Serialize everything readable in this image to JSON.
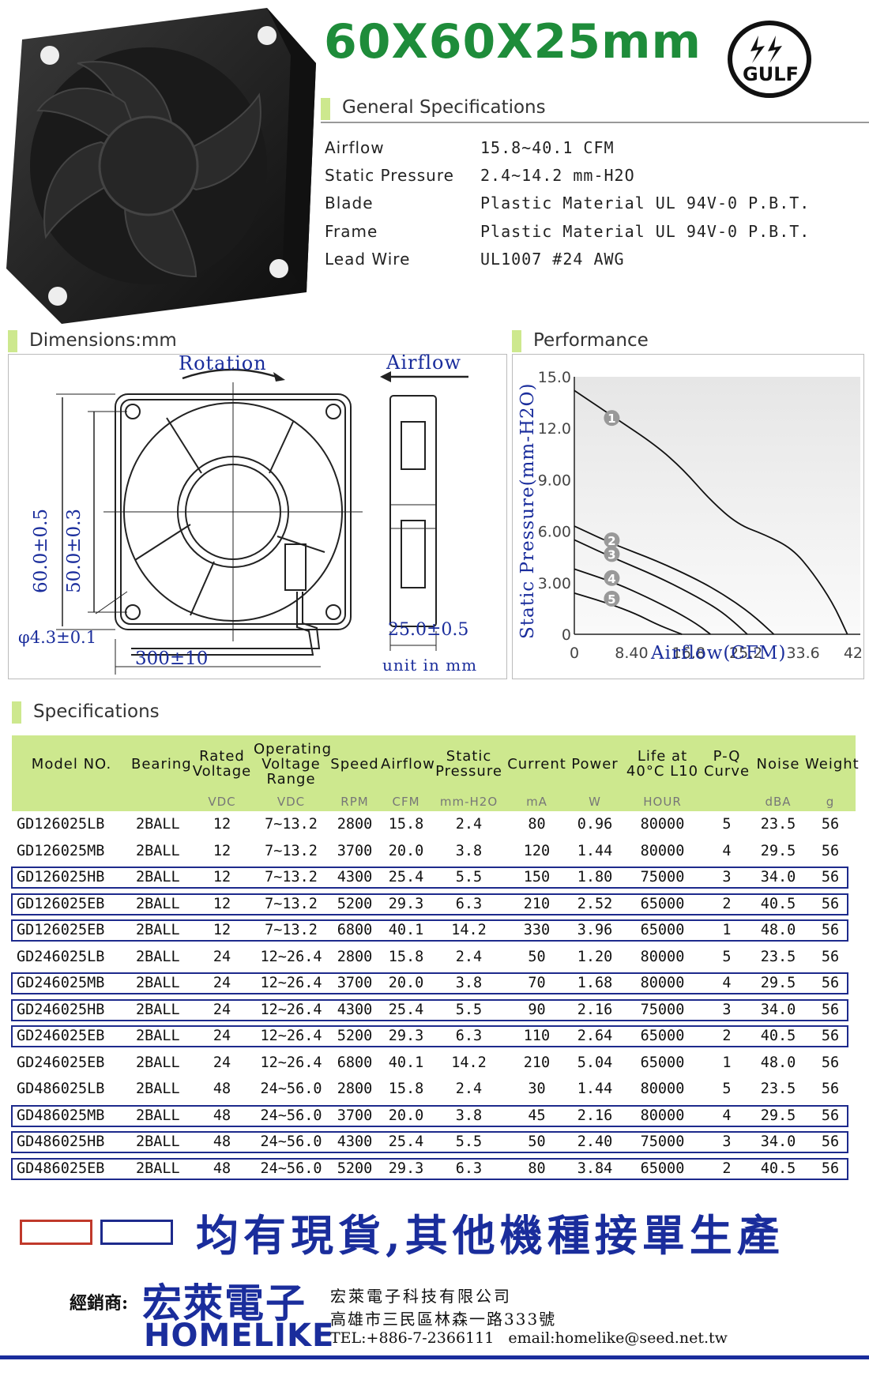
{
  "header": {
    "title": "60X60X25mm",
    "brand": "GULF"
  },
  "general": {
    "heading": "General Specifications",
    "rows": [
      {
        "label": "Airflow",
        "value": "15.8~40.1 CFM"
      },
      {
        "label": "Static Pressure",
        "value": "2.4~14.2 mm-H2O"
      },
      {
        "label": "Blade",
        "value": "Plastic Material UL 94V-0 P.B.T."
      },
      {
        "label": "Frame",
        "value": "Plastic Material UL 94V-0 P.B.T."
      },
      {
        "label": "Lead Wire",
        "value": "UL1007 #24 AWG"
      }
    ]
  },
  "dimensions": {
    "heading": "Dimensions:mm",
    "rotation": "Rotation",
    "airflow": "Airflow",
    "outer": "60.0±0.5",
    "inner": "50.0±0.3",
    "hole": "φ4.3±0.1",
    "wire": "300±10",
    "depth": "25.0±0.5",
    "unit": "unit in mm"
  },
  "performance": {
    "heading": "Performance"
  },
  "chart_data": {
    "type": "line",
    "xlabel": "Airflow(CFM)",
    "ylabel": "Static Pressure(mm-H2O)",
    "xticks": [
      "0",
      "8.40",
      "16.8",
      "25.2",
      "33.6",
      "42.0"
    ],
    "yticks": [
      "0",
      "3.00",
      "6.00",
      "9.00",
      "12.0",
      "15.0"
    ],
    "xlim": [
      0,
      42
    ],
    "ylim": [
      0,
      15
    ],
    "series": [
      {
        "label": "1",
        "x": [
          0,
          6,
          12,
          16,
          20,
          24,
          28,
          32,
          35,
          38,
          40.1
        ],
        "y": [
          14.2,
          12.6,
          11.0,
          9.6,
          7.8,
          6.4,
          5.8,
          5.0,
          3.6,
          1.8,
          0
        ]
      },
      {
        "label": "2",
        "x": [
          0,
          6,
          12,
          18,
          22,
          26,
          29.3
        ],
        "y": [
          6.3,
          5.2,
          4.3,
          3.2,
          2.3,
          1.2,
          0
        ]
      },
      {
        "label": "3",
        "x": [
          0,
          6,
          12,
          17,
          21,
          23.5,
          25.4
        ],
        "y": [
          5.5,
          4.4,
          3.4,
          2.4,
          1.5,
          0.7,
          0
        ]
      },
      {
        "label": "4",
        "x": [
          0,
          6,
          11,
          15,
          18,
          20.0
        ],
        "y": [
          3.8,
          3.0,
          2.1,
          1.3,
          0.6,
          0
        ]
      },
      {
        "label": "5",
        "x": [
          0,
          5,
          9,
          12,
          14.5,
          15.8
        ],
        "y": [
          2.4,
          1.8,
          1.2,
          0.6,
          0.2,
          0
        ]
      }
    ]
  },
  "specs": {
    "heading": "Specifications",
    "columns": [
      {
        "label": "Model NO.",
        "unit": ""
      },
      {
        "label": "Bearing",
        "unit": ""
      },
      {
        "label": "Rated Voltage",
        "unit": "VDC"
      },
      {
        "label": "Operating Voltage Range",
        "unit": "VDC"
      },
      {
        "label": "Speed",
        "unit": "RPM"
      },
      {
        "label": "Airflow",
        "unit": "CFM"
      },
      {
        "label": "Static Pressure",
        "unit": "mm-H2O"
      },
      {
        "label": "Current",
        "unit": "mA"
      },
      {
        "label": "Power",
        "unit": "W"
      },
      {
        "label": "Life at 40°C L10",
        "unit": "HOUR"
      },
      {
        "label": "P-Q Curve",
        "unit": ""
      },
      {
        "label": "Noise",
        "unit": "dBA"
      },
      {
        "label": "Weight",
        "unit": "g"
      }
    ],
    "rows": [
      [
        "GD126025LB",
        "2BALL",
        "12",
        "7~13.2",
        "2800",
        "15.8",
        "2.4",
        "80",
        "0.96",
        "80000",
        "5",
        "23.5",
        "56"
      ],
      [
        "GD126025MB",
        "2BALL",
        "12",
        "7~13.2",
        "3700",
        "20.0",
        "3.8",
        "120",
        "1.44",
        "80000",
        "4",
        "29.5",
        "56"
      ],
      [
        "GD126025HB",
        "2BALL",
        "12",
        "7~13.2",
        "4300",
        "25.4",
        "5.5",
        "150",
        "1.80",
        "75000",
        "3",
        "34.0",
        "56"
      ],
      [
        "GD126025EB",
        "2BALL",
        "12",
        "7~13.2",
        "5200",
        "29.3",
        "6.3",
        "210",
        "2.52",
        "65000",
        "2",
        "40.5",
        "56"
      ],
      [
        "GD126025EB",
        "2BALL",
        "12",
        "7~13.2",
        "6800",
        "40.1",
        "14.2",
        "330",
        "3.96",
        "65000",
        "1",
        "48.0",
        "56"
      ],
      [
        "GD246025LB",
        "2BALL",
        "24",
        "12~26.4",
        "2800",
        "15.8",
        "2.4",
        "50",
        "1.20",
        "80000",
        "5",
        "23.5",
        "56"
      ],
      [
        "GD246025MB",
        "2BALL",
        "24",
        "12~26.4",
        "3700",
        "20.0",
        "3.8",
        "70",
        "1.68",
        "80000",
        "4",
        "29.5",
        "56"
      ],
      [
        "GD246025HB",
        "2BALL",
        "24",
        "12~26.4",
        "4300",
        "25.4",
        "5.5",
        "90",
        "2.16",
        "75000",
        "3",
        "34.0",
        "56"
      ],
      [
        "GD246025EB",
        "2BALL",
        "24",
        "12~26.4",
        "5200",
        "29.3",
        "6.3",
        "110",
        "2.64",
        "65000",
        "2",
        "40.5",
        "56"
      ],
      [
        "GD246025EB",
        "2BALL",
        "24",
        "12~26.4",
        "6800",
        "40.1",
        "14.2",
        "210",
        "5.04",
        "65000",
        "1",
        "48.0",
        "56"
      ],
      [
        "GD486025LB",
        "2BALL",
        "48",
        "24~56.0",
        "2800",
        "15.8",
        "2.4",
        "30",
        "1.44",
        "80000",
        "5",
        "23.5",
        "56"
      ],
      [
        "GD486025MB",
        "2BALL",
        "48",
        "24~56.0",
        "3700",
        "20.0",
        "3.8",
        "45",
        "2.16",
        "80000",
        "4",
        "29.5",
        "56"
      ],
      [
        "GD486025HB",
        "2BALL",
        "48",
        "24~56.0",
        "4300",
        "25.4",
        "5.5",
        "50",
        "2.40",
        "75000",
        "3",
        "34.0",
        "56"
      ],
      [
        "GD486025EB",
        "2BALL",
        "48",
        "24~56.0",
        "5200",
        "29.3",
        "6.3",
        "80",
        "3.84",
        "65000",
        "2",
        "40.5",
        "56"
      ]
    ],
    "highlighted_rows": [
      2,
      3,
      4,
      6,
      7,
      8,
      11,
      12,
      13
    ]
  },
  "notice": {
    "text": "均有現貨,其他機種接單生產"
  },
  "dealer": {
    "label": "經銷商:",
    "logo_cn": "宏萊電子",
    "logo_en": "HOMELIKE",
    "company": "宏萊電子科技有限公司",
    "address": "高雄市三民區林森一路333號",
    "contact": "TEL:+886-7-2366111   email:homelike@seed.net.tw"
  },
  "colors": {
    "title_green": "#1e8c3a",
    "accent_green": "#cde88e",
    "highlight_blue": "#1d2a8c",
    "notice_blue": "#1a2d9c"
  }
}
